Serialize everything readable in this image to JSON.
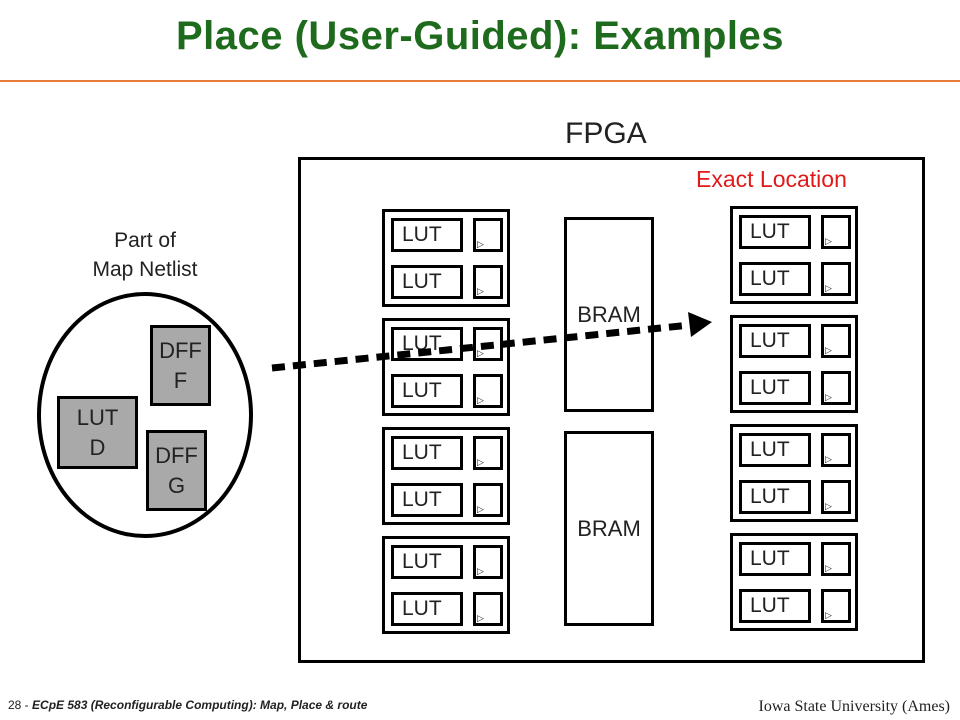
{
  "title": "Place (User-Guided): Examples",
  "fpga_label": "FPGA",
  "exact_location_label": "Exact Location",
  "netlist": {
    "label_line1": "Part of",
    "label_line2": "Map Netlist",
    "lut_d": [
      "LUT",
      "D"
    ],
    "dff_f": [
      "DFF",
      "F"
    ],
    "dff_g": [
      "DFF",
      "G"
    ]
  },
  "lut_label": "LUT",
  "bram_label": "BRAM",
  "colors": {
    "title": "#1e6b1e",
    "rule": "#e87a3c",
    "exact_location": "#e01a1a",
    "netlist_fill": "#a9a9a9"
  },
  "footer": {
    "page": "28 -",
    "course": "ECpE 583 (Reconfigurable Computing): Map, Place & route",
    "institution": "Iowa State University (Ames)"
  }
}
